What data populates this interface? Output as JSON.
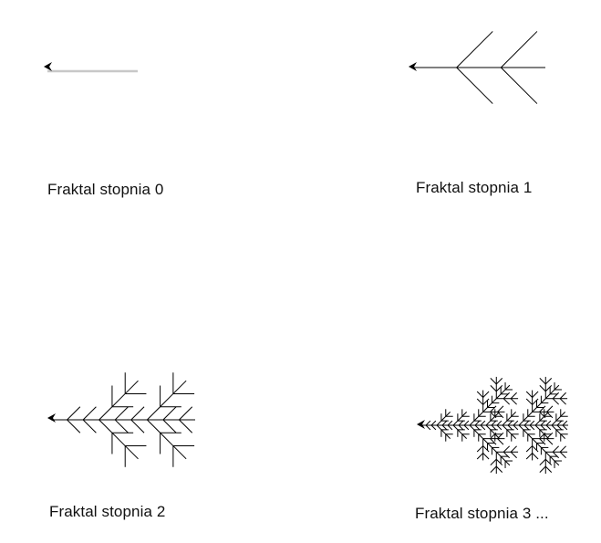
{
  "panels": [
    {
      "caption": "Fraktal stopnia 0",
      "degree": 0
    },
    {
      "caption": "Fraktal stopnia 1",
      "degree": 1
    },
    {
      "caption": "Fraktal stopnia 2",
      "degree": 2
    },
    {
      "caption": "Fraktal stopnia 3 ...",
      "degree": 3
    }
  ],
  "colors": {
    "stroke": "#000000",
    "initial_line": "#c8c8c8",
    "text": "#111111"
  }
}
